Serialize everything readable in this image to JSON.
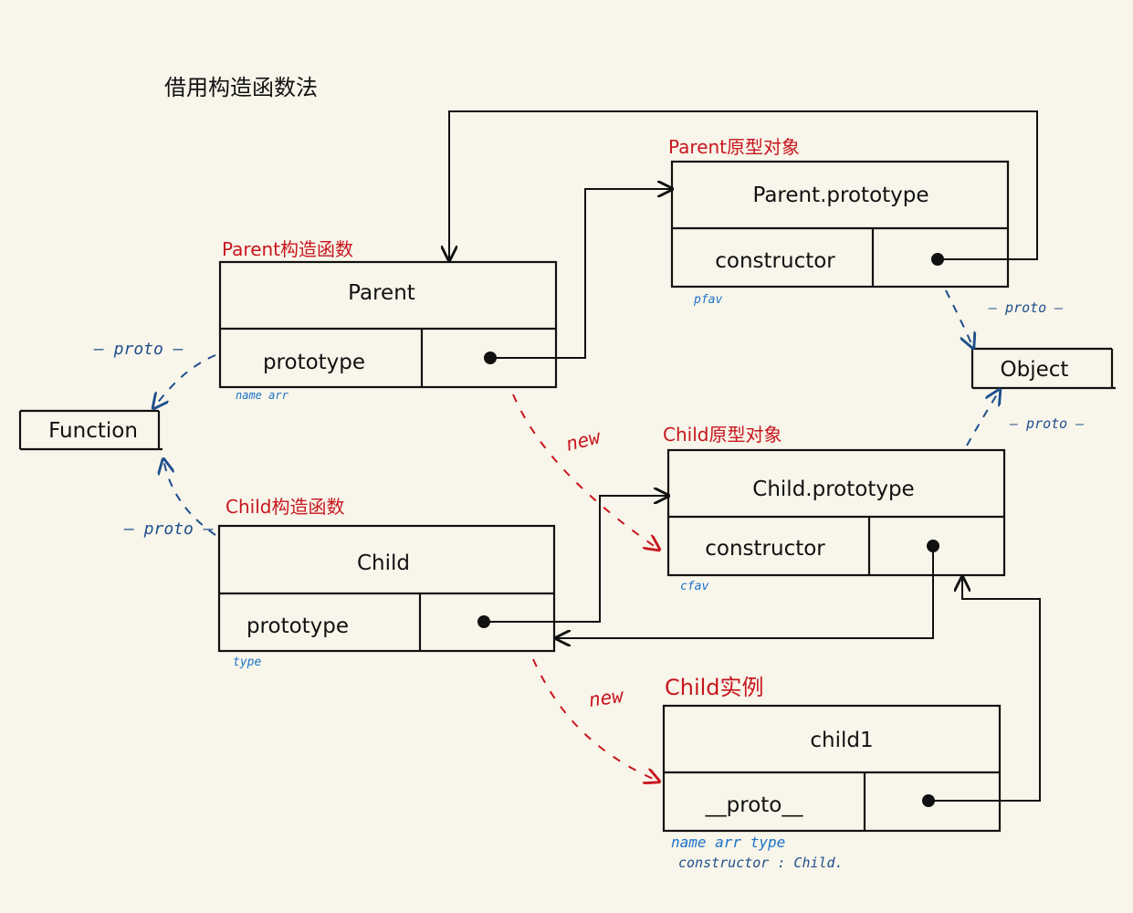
{
  "title": "借用构造函数法",
  "labels": {
    "parent_proto_object": "Parent原型对象",
    "parent_constructor": "Parent构造函数",
    "child_proto_object": "Child原型对象",
    "child_constructor": "Child构造函数",
    "child_instance": "Child实例"
  },
  "boxes": {
    "parent_prototype": {
      "title": "Parent.prototype",
      "left_cell": "constructor"
    },
    "parent": {
      "title": "Parent",
      "left_cell": "prototype"
    },
    "child_prototype": {
      "title": "Child.prototype",
      "left_cell": "constructor"
    },
    "child": {
      "title": "Child",
      "left_cell": "prototype"
    },
    "child1": {
      "title": "child1",
      "left_cell": "__proto__"
    },
    "object": {
      "title": "Object"
    },
    "function": {
      "title": "Function"
    }
  },
  "annotations": {
    "proto_parent_function": "— proto —",
    "proto_child_function": "— proto —",
    "proto_parentproto_object": "— proto —",
    "proto_childproto_object": "— proto —",
    "new_parent": "new",
    "new_child": "new",
    "parent_props": "name   arr",
    "parent_proto_props": "pfav",
    "child_proto_props": "cfav",
    "child_props": "type",
    "child1_props": "name   arr   type",
    "child1_constructor": "constructor :  Child."
  },
  "colors": {
    "background": "#f8f5ea",
    "red": "#c8161e",
    "blue": "#1e4f8c",
    "light_blue": "#1a73c9",
    "ink": "#111111"
  }
}
